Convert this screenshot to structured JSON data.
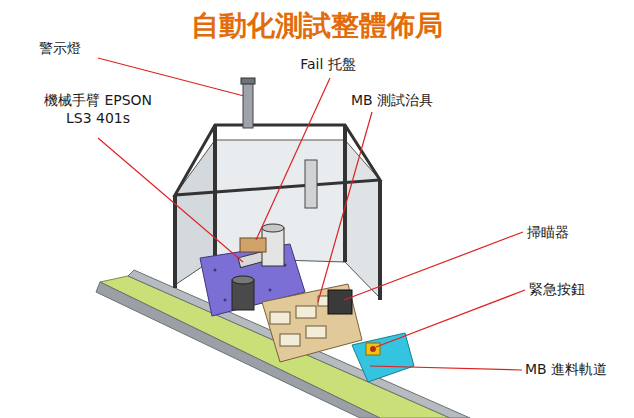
{
  "diagram": {
    "title": "自動化測試整體佈局",
    "labels": [
      "警示燈",
      "機械手臂 EPSON LS3 401s",
      "Fail 托盤",
      "MB 測試治具",
      "掃瞄器",
      "緊急按鈕",
      "MB 進料軌道"
    ]
  }
}
